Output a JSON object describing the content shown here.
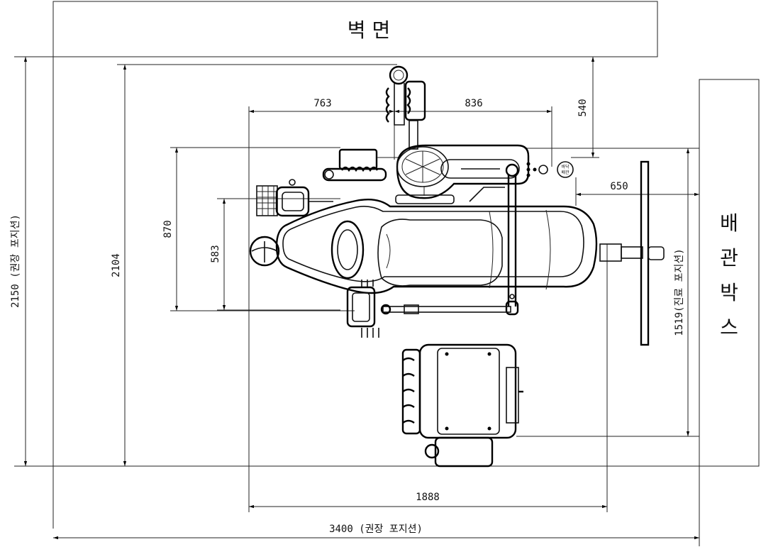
{
  "labels": {
    "wall": "벽 면",
    "pipe_box_chars": [
      "배",
      "관",
      "박",
      "스"
    ],
    "floor_pipe_line1": "바닥",
    "floor_pipe_line2": "배관"
  },
  "dimensions": {
    "d763": "763",
    "d836": "836",
    "d540": "540",
    "d650": "650",
    "d870": "870",
    "d583": "583",
    "d2104": "2104",
    "d2150": "2150 (권장 포지션)",
    "d1519": "1519(진료 포지션)",
    "d1888": "1888",
    "d3400": "3400 (권장 포지션)"
  },
  "colors": {
    "line": "#000000",
    "background": "#ffffff"
  }
}
